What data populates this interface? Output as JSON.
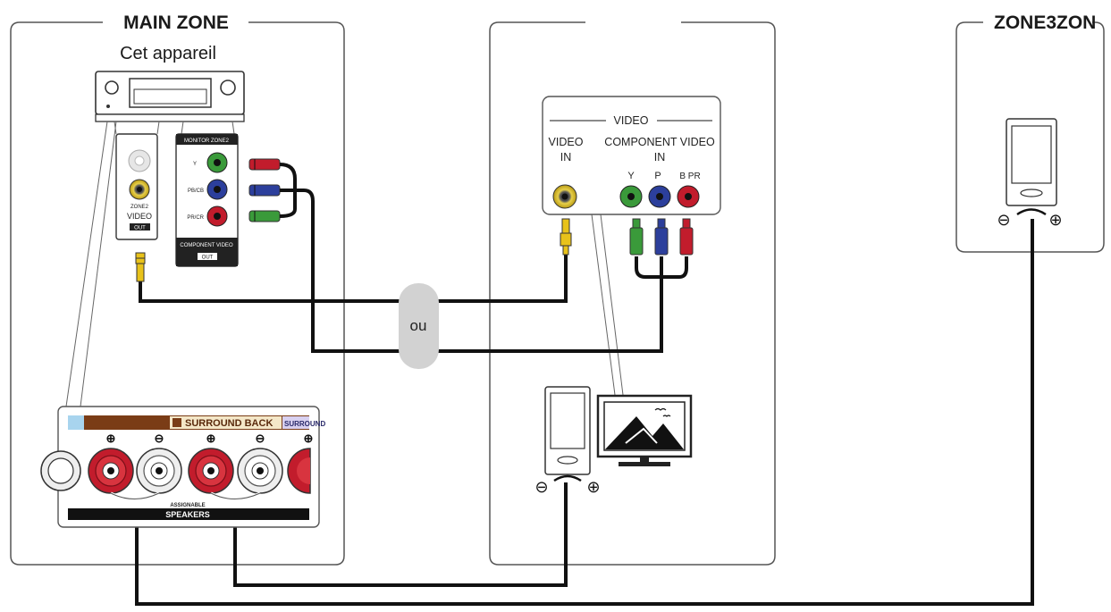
{
  "zones": {
    "main": {
      "title": "MAIN ZONE",
      "device_label": "Cet appareil"
    },
    "zone2": {
      "title": ""
    },
    "zone3": {
      "title": "ZONE3ZON"
    }
  },
  "receiver_panel_left": {
    "top_label": "",
    "jack_label": "ZONE2",
    "section_label": "VIDEO",
    "tag": "OUT"
  },
  "receiver_panel_right": {
    "header": "MONITOR ZONE2",
    "jacks": [
      "Y",
      "PB/CB",
      "PR/CR"
    ],
    "footer": "COMPONENT VIDEO",
    "tag": "OUT"
  },
  "separator": "ou",
  "tv_panel": {
    "header": "VIDEO",
    "video_in": [
      "VIDEO",
      "IN"
    ],
    "component_in": [
      "COMPONENT VIDEO",
      "IN"
    ],
    "jacks": [
      "Y",
      "P",
      "B PR"
    ]
  },
  "speaker_panel": {
    "header": "SURROUND BACK",
    "header_tail": "SURROUND",
    "assignable": "ASSIGNABLE",
    "footer": "SPEAKERS"
  },
  "polarity": {
    "minus": "⊖",
    "plus": "⊕"
  },
  "colors": {
    "video_yellow": "#e8c21a",
    "green": "#3a9a3a",
    "blue": "#2c3f9c",
    "red": "#c21c2c",
    "wire": "#111111",
    "separator_fill": "#d2d2d2"
  }
}
